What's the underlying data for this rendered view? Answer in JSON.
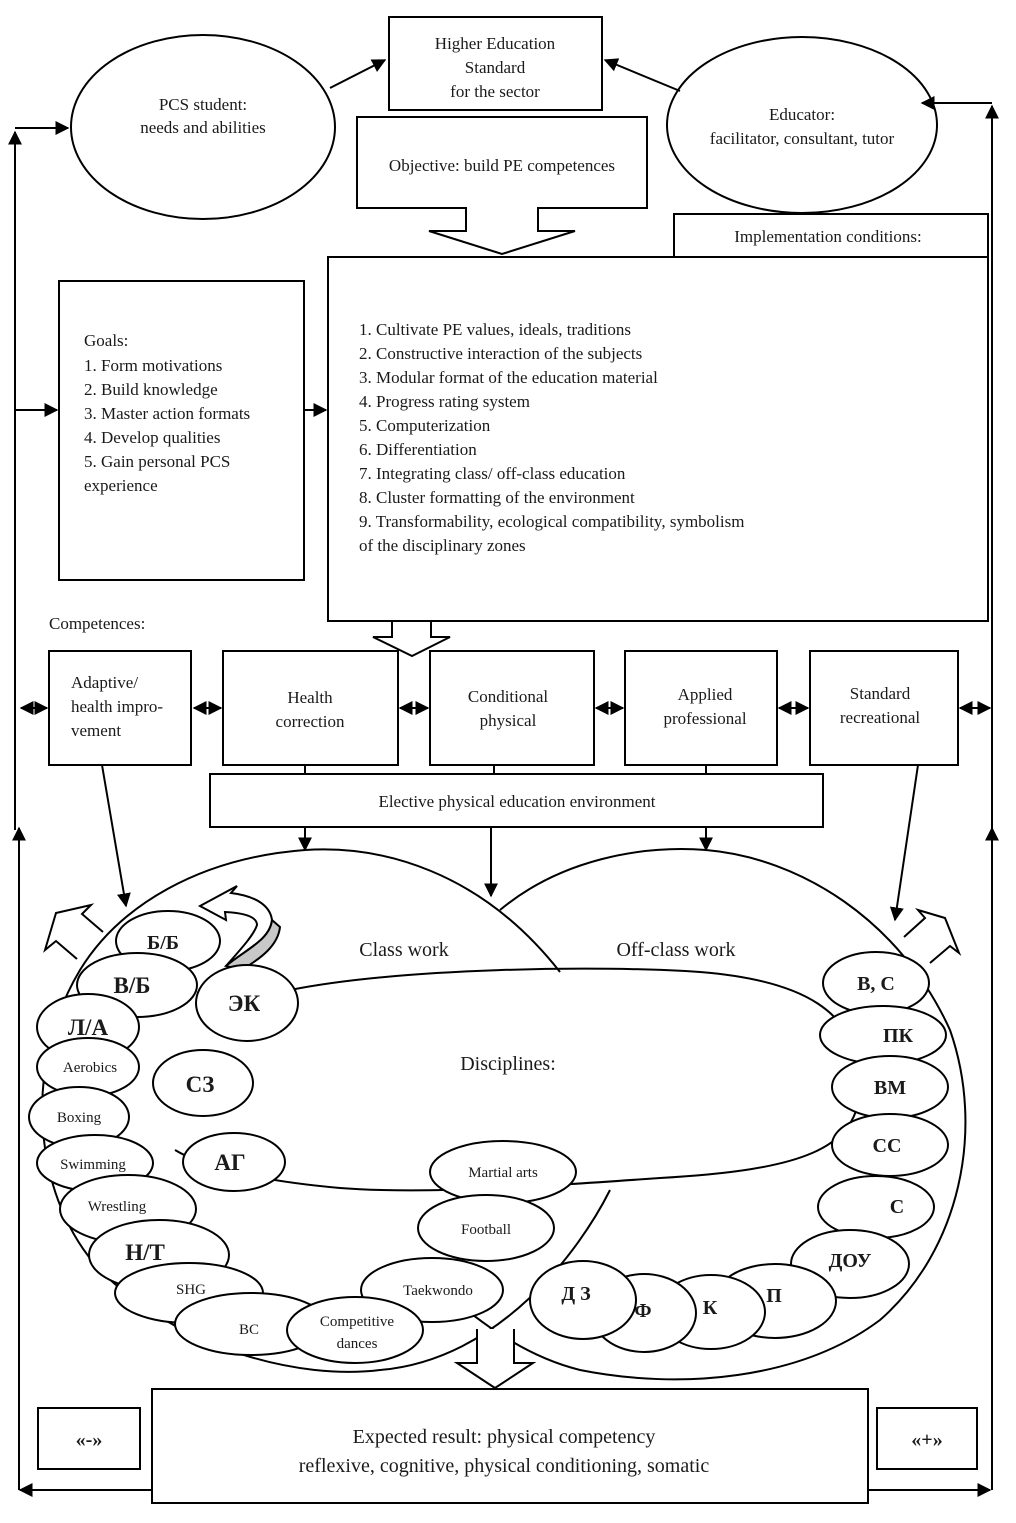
{
  "top": {
    "standard": [
      "Higher Education",
      "Standard",
      "for the sector"
    ],
    "student": [
      "PCS student:",
      "needs and abilities"
    ],
    "educator": [
      "Educator:",
      "facilitator, consultant, tutor"
    ],
    "objective": "Objective: build PE competences",
    "implementation_title": "Implementation conditions:"
  },
  "goals": {
    "title": "Goals:",
    "items": [
      "1. Form motivations",
      "2. Build knowledge",
      "3. Master action formats",
      "4. Develop qualities",
      "5. Gain personal PCS",
      "experience"
    ]
  },
  "conditions": {
    "items": [
      "1. Cultivate PE values, ideals, traditions",
      "2. Constructive interaction of the subjects",
      "3. Modular format of the education material",
      "4. Progress rating system",
      "5. Computerization",
      "6. Differentiation",
      "7. Integrating class/ off-class education",
      "8. Cluster formatting of the environment",
      "9. Transformability, ecological compatibility, symbolism",
      "of the disciplinary zones"
    ]
  },
  "competences": {
    "label": "Competences:",
    "boxes": [
      [
        "Adaptive/",
        "health impro-",
        "vement"
      ],
      [
        "Health",
        "correction"
      ],
      [
        "Conditional",
        "physical"
      ],
      [
        "Applied",
        "professional"
      ],
      [
        "Standard",
        "recreational"
      ]
    ]
  },
  "environment": "Elective physical education environment",
  "disciplines": {
    "class_work": "Class work",
    "off_class_work": "Off-class work",
    "title": "Disciplines:",
    "class_items": [
      "Б/Б",
      "В/Б",
      "ЭК",
      "Л/А",
      "Aerobics",
      "СЗ",
      "Boxing",
      "АГ",
      "Swimming",
      "Wrestling",
      "Н/Т",
      "SHG",
      "ВС",
      "Competitive",
      "dances",
      "Martial arts",
      "Football",
      "Taekwondo"
    ],
    "off_class_items": [
      "В, С",
      "ПК",
      "ВМ",
      "СС",
      "С",
      "ДОУ",
      "П",
      "К",
      "Ф",
      "Д З"
    ]
  },
  "result": {
    "line1": "Expected result: physical competency",
    "line2": "reflexive, cognitive, physical conditioning, somatic",
    "minus": "«-»",
    "plus": "«+»"
  }
}
